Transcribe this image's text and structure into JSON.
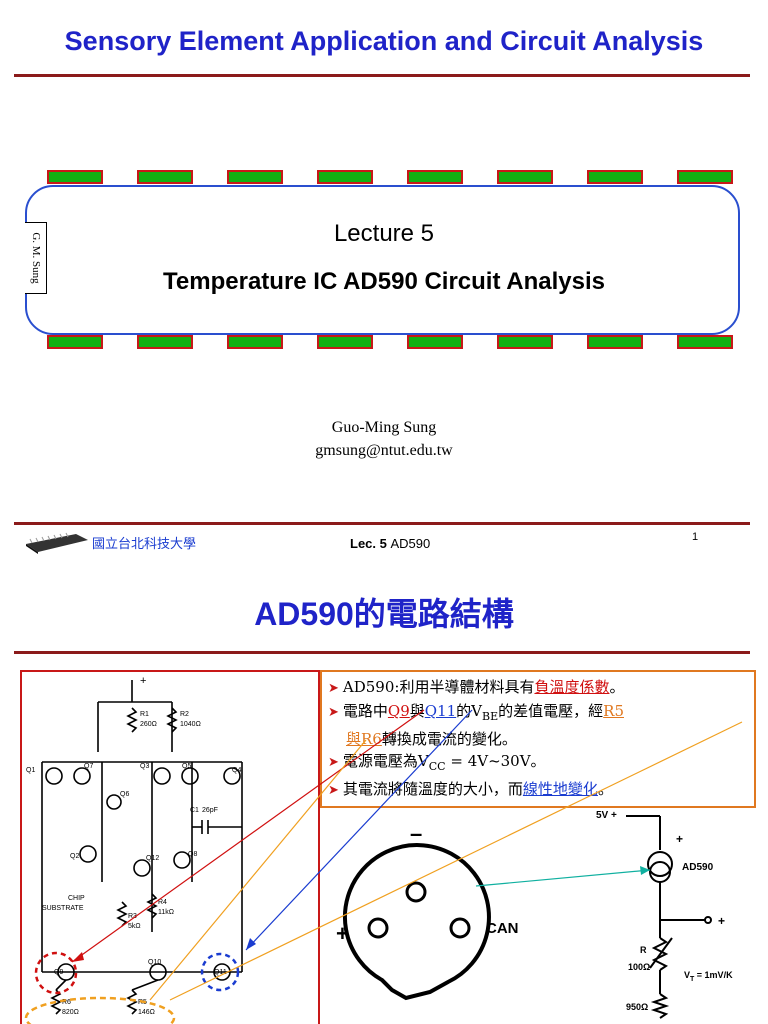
{
  "slide1": {
    "title": "Sensory Element Application and Circuit Analysis",
    "side_label": "G. M. Sung",
    "lecture": "Lecture 5",
    "subtitle": "Temperature IC AD590 Circuit Analysis",
    "author": "Guo-Ming Sung",
    "email": "gmsung@ntut.edu.tw",
    "footer": {
      "university": "國立台北科技大學",
      "lec_prefix": "Lec. 5",
      "lec_topic": "AD590",
      "page_number": "1"
    }
  },
  "slide2": {
    "title_latin": "AD590",
    "title_cjk": "的電路結構",
    "bullets": [
      {
        "parts": [
          {
            "text": "AD590:利用半導體材料具有",
            "color": "#000000"
          },
          {
            "text": "負溫度係數",
            "color": "#d01010",
            "underline": true
          },
          {
            "text": "。",
            "color": "#000000"
          }
        ]
      },
      {
        "parts": [
          {
            "text": "電路中",
            "color": "#000000"
          },
          {
            "text": "Q9",
            "color": "#d01010",
            "underline": true
          },
          {
            "text": "與",
            "color": "#000000"
          },
          {
            "text": "Q11",
            "color": "#1a3cd0",
            "underline": true
          },
          {
            "text": "的V",
            "color": "#000000"
          },
          {
            "text": "BE",
            "color": "#000000",
            "sub": true
          },
          {
            "text": "的差值電壓，經",
            "color": "#000000"
          },
          {
            "text": "R5",
            "color": "#e07820",
            "underline": true
          }
        ]
      },
      {
        "parts": [
          {
            "text": "與R6",
            "color": "#e07820",
            "underline": true
          },
          {
            "text": "轉換成電流的變化。",
            "color": "#000000"
          }
        ]
      },
      {
        "parts": [
          {
            "text": "電源電壓為V",
            "color": "#000000"
          },
          {
            "text": "CC",
            "color": "#000000",
            "sub": true
          },
          {
            "text": " = 4V~30V。",
            "color": "#000000"
          }
        ]
      },
      {
        "parts": [
          {
            "text": "其電流將隨溫度的大小，而",
            "color": "#000000"
          },
          {
            "text": "線性地變化",
            "color": "#1a3cd0",
            "underline": true
          },
          {
            "text": "。",
            "color": "#000000"
          }
        ]
      }
    ],
    "schematic": {
      "plus": "+",
      "transistors": [
        "Q1",
        "Q7",
        "Q3",
        "Q5",
        "Q4",
        "Q6",
        "Q2",
        "Q12",
        "Q8",
        "Q9",
        "Q10",
        "Q11"
      ],
      "resistors": [
        {
          "name": "R1",
          "value": "260Ω"
        },
        {
          "name": "R2",
          "value": "1040Ω"
        },
        {
          "name": "R3",
          "value": "5kΩ"
        },
        {
          "name": "R4",
          "value": "11kΩ"
        },
        {
          "name": "R6",
          "value": "820Ω"
        },
        {
          "name": "R5",
          "value": "146Ω"
        }
      ],
      "capacitor": {
        "name": "C1",
        "value": "26pF"
      },
      "chip_label": "CHIP",
      "substrate_label": "SUBSTRATE"
    },
    "package": {
      "minus": "–",
      "plus": "+",
      "label": "CAN"
    },
    "test_circuit": {
      "supply": "5V +",
      "plus": "+",
      "device": "AD590",
      "out_plus": "+",
      "r_label": "R",
      "r_value": "100Ω",
      "vt": "V",
      "vt_sub": "T",
      "vt_value": " = 1mV/K",
      "r2_value": "950Ω"
    }
  }
}
